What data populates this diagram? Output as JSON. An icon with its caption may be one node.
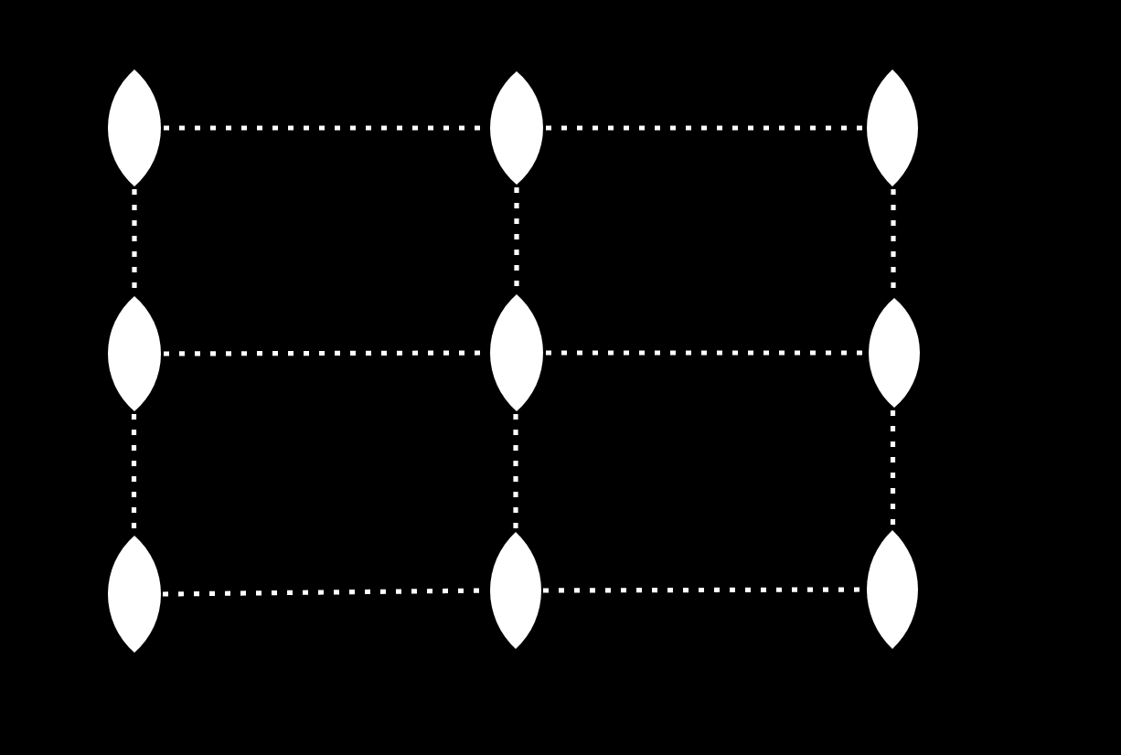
{
  "diagram": {
    "nodes": [
      {
        "text": [],
        "shape": "lens"
      },
      {
        "text": [],
        "shape": "lens"
      },
      {
        "text": [],
        "shape": "lens"
      },
      {
        "text": [],
        "shape": "lens"
      },
      {
        "text": [],
        "shape": "lens"
      },
      {
        "text": [],
        "shape": "lens"
      },
      {
        "text": [],
        "shape": "lens"
      },
      {
        "text": [],
        "shape": "lens"
      },
      {
        "text": [],
        "shape": "lens"
      }
    ],
    "edges": [
      {
        "from": 0,
        "to": 1,
        "arrow": "none",
        "style": "dashed"
      },
      {
        "from": 1,
        "to": 2,
        "arrow": "none",
        "style": "dashed"
      },
      {
        "from": 0,
        "to": 3,
        "arrow": "none",
        "style": "dashed"
      },
      {
        "from": 1,
        "to": 4,
        "arrow": "none",
        "style": "dashed"
      },
      {
        "from": 2,
        "to": 5,
        "arrow": "none",
        "style": "dashed"
      },
      {
        "from": 3,
        "to": 4,
        "arrow": "none",
        "style": "dashed"
      },
      {
        "from": 4,
        "to": 5,
        "arrow": "none",
        "style": "dashed"
      },
      {
        "from": 3,
        "to": 6,
        "arrow": "none",
        "style": "dashed"
      },
      {
        "from": 4,
        "to": 7,
        "arrow": "none",
        "style": "dashed"
      },
      {
        "from": 5,
        "to": 8,
        "arrow": "none",
        "style": "dashed"
      },
      {
        "from": 6,
        "to": 7,
        "arrow": "none",
        "style": "dashed"
      },
      {
        "from": 7,
        "to": 8,
        "arrow": "none",
        "style": "dashed"
      }
    ]
  }
}
